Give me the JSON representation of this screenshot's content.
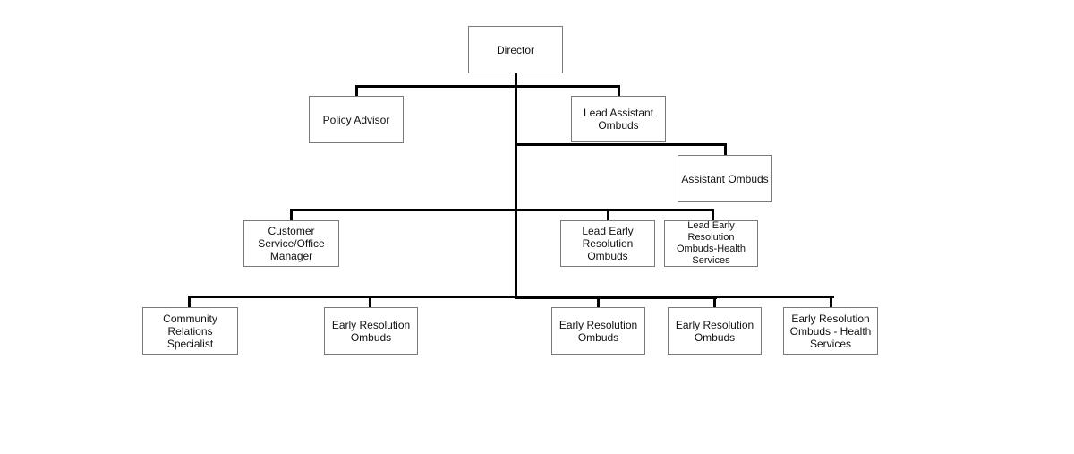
{
  "org_chart": {
    "director": "Director",
    "policy_advisor": "Policy Advisor",
    "lead_assistant_ombuds": "Lead Assistant Ombuds",
    "assistant_ombuds": "Assistant Ombuds",
    "customer_service_office_manager": "Customer Service/Office Manager",
    "lead_early_resolution_ombuds": "Lead Early Resolution Ombuds",
    "lead_early_resolution_ombuds_health": "Lead Early Resolution Ombuds-Health Services",
    "community_relations_specialist": "Community Relations Specialist",
    "early_resolution_ombuds_1": "Early Resolution Ombuds",
    "early_resolution_ombuds_2": "Early Resolution Ombuds",
    "early_resolution_ombuds_3": "Early Resolution Ombuds",
    "early_resolution_ombuds_health": "Early Resolution Ombuds - Health Services"
  }
}
